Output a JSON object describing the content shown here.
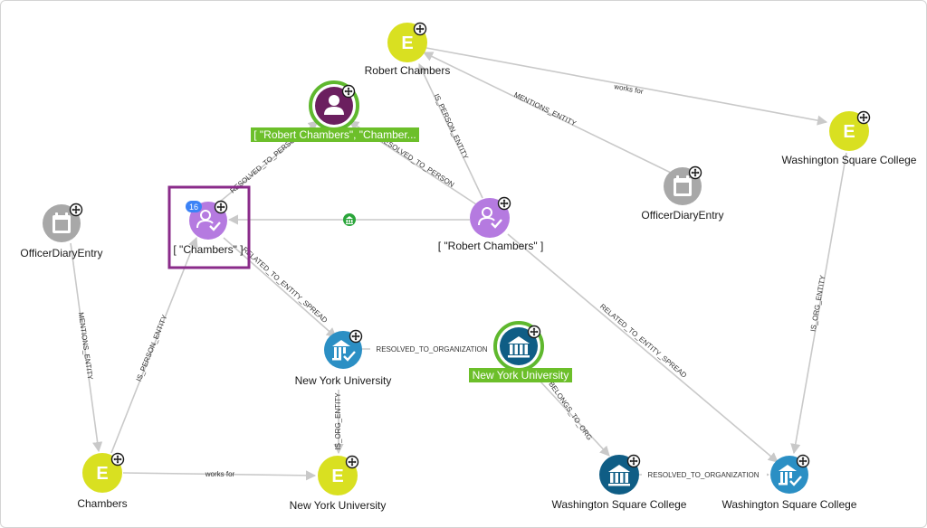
{
  "graph": {
    "nodes": {
      "robert_chambers_entity": {
        "label": "Robert Chambers",
        "glyph": "E",
        "icon": "entity-icon"
      },
      "wsc_entity_top": {
        "label": "Washington Square College",
        "glyph": "E",
        "icon": "entity-icon"
      },
      "officer_diary_right": {
        "label": "OfficerDiaryEntry",
        "icon": "document-icon"
      },
      "officer_diary_left": {
        "label": "OfficerDiaryEntry",
        "icon": "document-icon"
      },
      "resolved_person_node": {
        "label": "[ \"Robert Chambers\", \"Chamber...",
        "icon": "person-icon"
      },
      "chambers_person": {
        "label": "[ \"Chambers\" ]",
        "icon": "person-check-icon",
        "badge": "16"
      },
      "robert_chambers_person": {
        "label": "[ \"Robert Chambers\" ]",
        "icon": "person-check-icon"
      },
      "nyu_org_check": {
        "label": "New York University",
        "icon": "institution-check-icon"
      },
      "nyu_resolved_org": {
        "label": "New York University",
        "icon": "institution-icon"
      },
      "chambers_entity": {
        "label": "Chambers",
        "glyph": "E",
        "icon": "entity-icon"
      },
      "nyu_entity": {
        "label": "New York University",
        "glyph": "E",
        "icon": "entity-icon"
      },
      "wsc_resolved_org": {
        "label": "Washington Square College",
        "icon": "institution-icon"
      },
      "wsc_org_check": {
        "label": "Washington Square College",
        "icon": "institution-check-icon"
      }
    },
    "edges": {
      "works_for_top": "works for",
      "mentions_entity_right": "MENTIONS_ENTITY",
      "is_person_entity_right": "IS_PERSON_ENTITY",
      "resolved_to_person_left": "RESOLVED_TO_PERSON",
      "resolved_to_person_right": "RESOLVED_TO_PERSON",
      "related_to_entity_spread_left": "RELATED_TO_ENTITY_SPREAD",
      "related_to_entity_spread_right": "RELATED_TO_ENTITY_SPREAD",
      "mentions_entity_left": "MENTIONS_ENTITY",
      "is_person_entity_left": "IS_PERSON_ENTITY",
      "resolved_to_organization_mid": "RESOLVED_TO_ORGANIZATION",
      "is_org_entity_mid": "IS_ORG_ENTITY",
      "belongs_to_org": "BELONGS_TO_ORG",
      "works_for_bottom": "works for",
      "resolved_to_organization_bottom": "RESOLVED_TO_ORGANIZATION",
      "is_org_entity_right": "IS_ORG_ENTITY"
    }
  },
  "colors": {
    "entity_yellow": "#d9e021",
    "person_purple": "#b57ae0",
    "resolved_person_dark": "#6b1f5f",
    "org_blue": "#2b8fc4",
    "org_dark_blue": "#0f5d85",
    "doc_gray": "#a8a8a8",
    "green_ring": "#5fb82e",
    "highlight_green": "#6cbf2a",
    "selection_purple": "#8a2b8a",
    "edge_gray": "#c9c9c9",
    "badge_blue": "#3b82f6"
  }
}
